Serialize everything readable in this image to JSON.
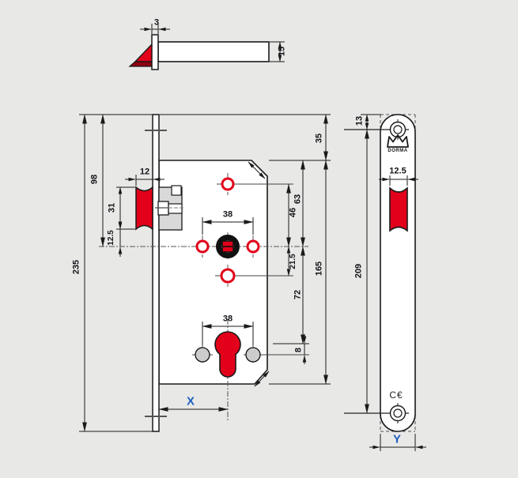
{
  "drawing": {
    "brand": "DORMA",
    "ce_mark": "C€",
    "colors": {
      "background": "#e8e8e7",
      "accent_red": "#e2001a",
      "dark_red": "#8f0010",
      "label_blue": "#1f5fbf",
      "line": "#1a1a1a",
      "gray_fill": "#d9d9d9"
    },
    "views": {
      "top_section": {
        "faceplate_thickness": "3",
        "case_depth": "15"
      },
      "front": {
        "faceplate_height": "235",
        "plate_top_to_spindle": "98",
        "latch_width": "12",
        "latch_height": "31",
        "latch_bottom_to_spindle": "12.5",
        "spindle_screw_span": "38",
        "cylinder_screw_span": "38",
        "plate_top_to_case": "35",
        "case_height": "165",
        "top_screw_to_spindle": "46",
        "case_top_to_spindle": "63",
        "spindle_to_lower_screw": "21.5",
        "spindle_to_cylinder": "72",
        "cylinder_to_screws": "8",
        "backset": "X"
      },
      "faceplate": {
        "plate_top_to_screw": "13",
        "screw_span": "209",
        "latch_width": "12.5",
        "plate_width": "Y"
      }
    }
  }
}
